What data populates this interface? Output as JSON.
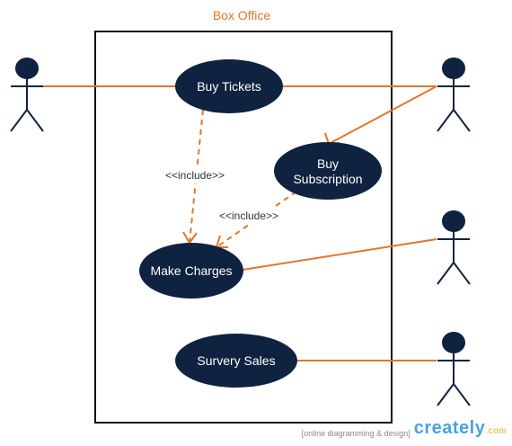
{
  "diagram": {
    "system_title": "Box Office",
    "use_cases": {
      "buy_tickets": "Buy Tickets",
      "buy_subscription_line1": "Buy",
      "buy_subscription_line2": "Subscription",
      "make_charges": "Make Charges",
      "survery_sales": "Survery Sales"
    },
    "include_label_1": "<<include>>",
    "include_label_2": "<<include>>"
  },
  "watermark": {
    "tagline": "[online diagramming & design]",
    "brand": "creately",
    "brand_suffix": ".com"
  },
  "colors": {
    "ellipse_fill": "#0f2340",
    "association": "#e2752f",
    "include_arrow": "#e2752f",
    "actor": "#0f2340",
    "title": "#e2752f"
  }
}
